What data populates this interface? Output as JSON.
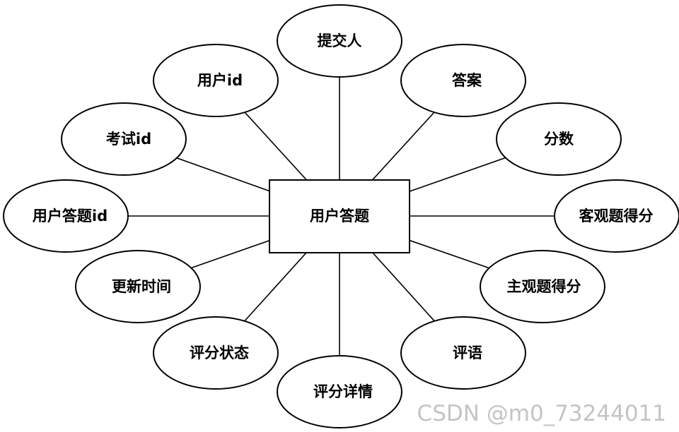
{
  "entity": {
    "label": "用户答题"
  },
  "attributes": [
    {
      "key": "submitter",
      "label": "提交人"
    },
    {
      "key": "answer",
      "label": "答案"
    },
    {
      "key": "score",
      "label": "分数"
    },
    {
      "key": "objective_score",
      "label": "客观题得分"
    },
    {
      "key": "subjective_score",
      "label": "主观题得分"
    },
    {
      "key": "comment",
      "label": "评语"
    },
    {
      "key": "grading_details",
      "label": "评分详情"
    },
    {
      "key": "grading_status",
      "label": "评分状态"
    },
    {
      "key": "update_time",
      "label": "更新时间"
    },
    {
      "key": "user_answer_id",
      "label": "用户答题id"
    },
    {
      "key": "exam_id",
      "label": "考试id"
    },
    {
      "key": "user_id",
      "label": "用户id"
    }
  ],
  "watermark": {
    "text": "CSDN @m0_73244011"
  },
  "colors": {
    "stroke": "#000000",
    "fill": "#ffffff",
    "watermark": "#c4c4c4"
  }
}
